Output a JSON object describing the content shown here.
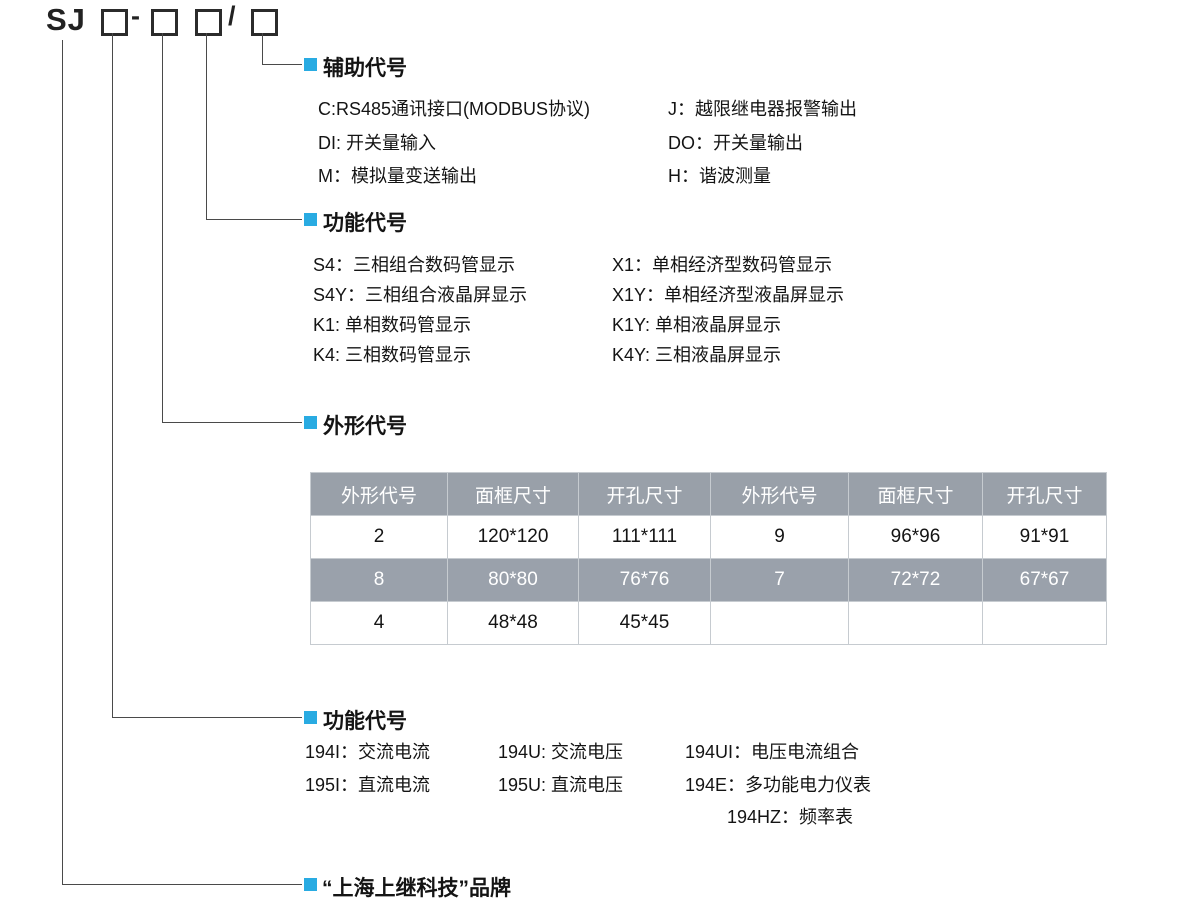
{
  "model_code": {
    "prefix": "SJ",
    "dash": "-",
    "slash": "/"
  },
  "sections": {
    "auxiliary": {
      "title": "辅助代号",
      "left_items": [
        "C:RS485通讯接口(MODBUS协议)",
        "DI: 开关量输入",
        "M：模拟量变送输出"
      ],
      "right_items": [
        "J：越限继电器报警输出",
        "DO：开关量输出",
        "H：谐波测量"
      ]
    },
    "function_display": {
      "title": "功能代号",
      "left_items": [
        "S4：三相组合数码管显示",
        "S4Y：三相组合液晶屏显示",
        "K1: 单相数码管显示",
        "K4: 三相数码管显示"
      ],
      "right_items": [
        "X1：单相经济型数码管显示",
        "X1Y：单相经济型液晶屏显示",
        "K1Y: 单相液晶屏显示",
        "K4Y: 三相液晶屏显示"
      ]
    },
    "shape": {
      "title": "外形代号",
      "table": {
        "headers": [
          "外形代号",
          "面框尺寸",
          "开孔尺寸",
          "外形代号",
          "面框尺寸",
          "开孔尺寸"
        ],
        "rows": [
          [
            "2",
            "120*120",
            "111*111",
            "9",
            "96*96",
            "91*91"
          ],
          [
            "8",
            "80*80",
            "76*76",
            "7",
            "72*72",
            "67*67"
          ],
          [
            "4",
            "48*48",
            "45*45",
            "",
            "",
            ""
          ]
        ]
      }
    },
    "function_type": {
      "title": "功能代号",
      "row1": [
        "194I：交流电流",
        "194U: 交流电压",
        "194UI：电压电流组合"
      ],
      "row2": [
        "195I：直流电流",
        "195U: 直流电压",
        "194E：多功能电力仪表"
      ],
      "row3": [
        "194HZ：频率表"
      ]
    },
    "brand": {
      "title": "“上海上继科技”品牌"
    }
  },
  "colors": {
    "accent": "#29abe2",
    "table_header_bg": "#99a0a9",
    "table_alt_row_bg": "#9aa1ab",
    "connector_line": "#4a4a4a"
  }
}
